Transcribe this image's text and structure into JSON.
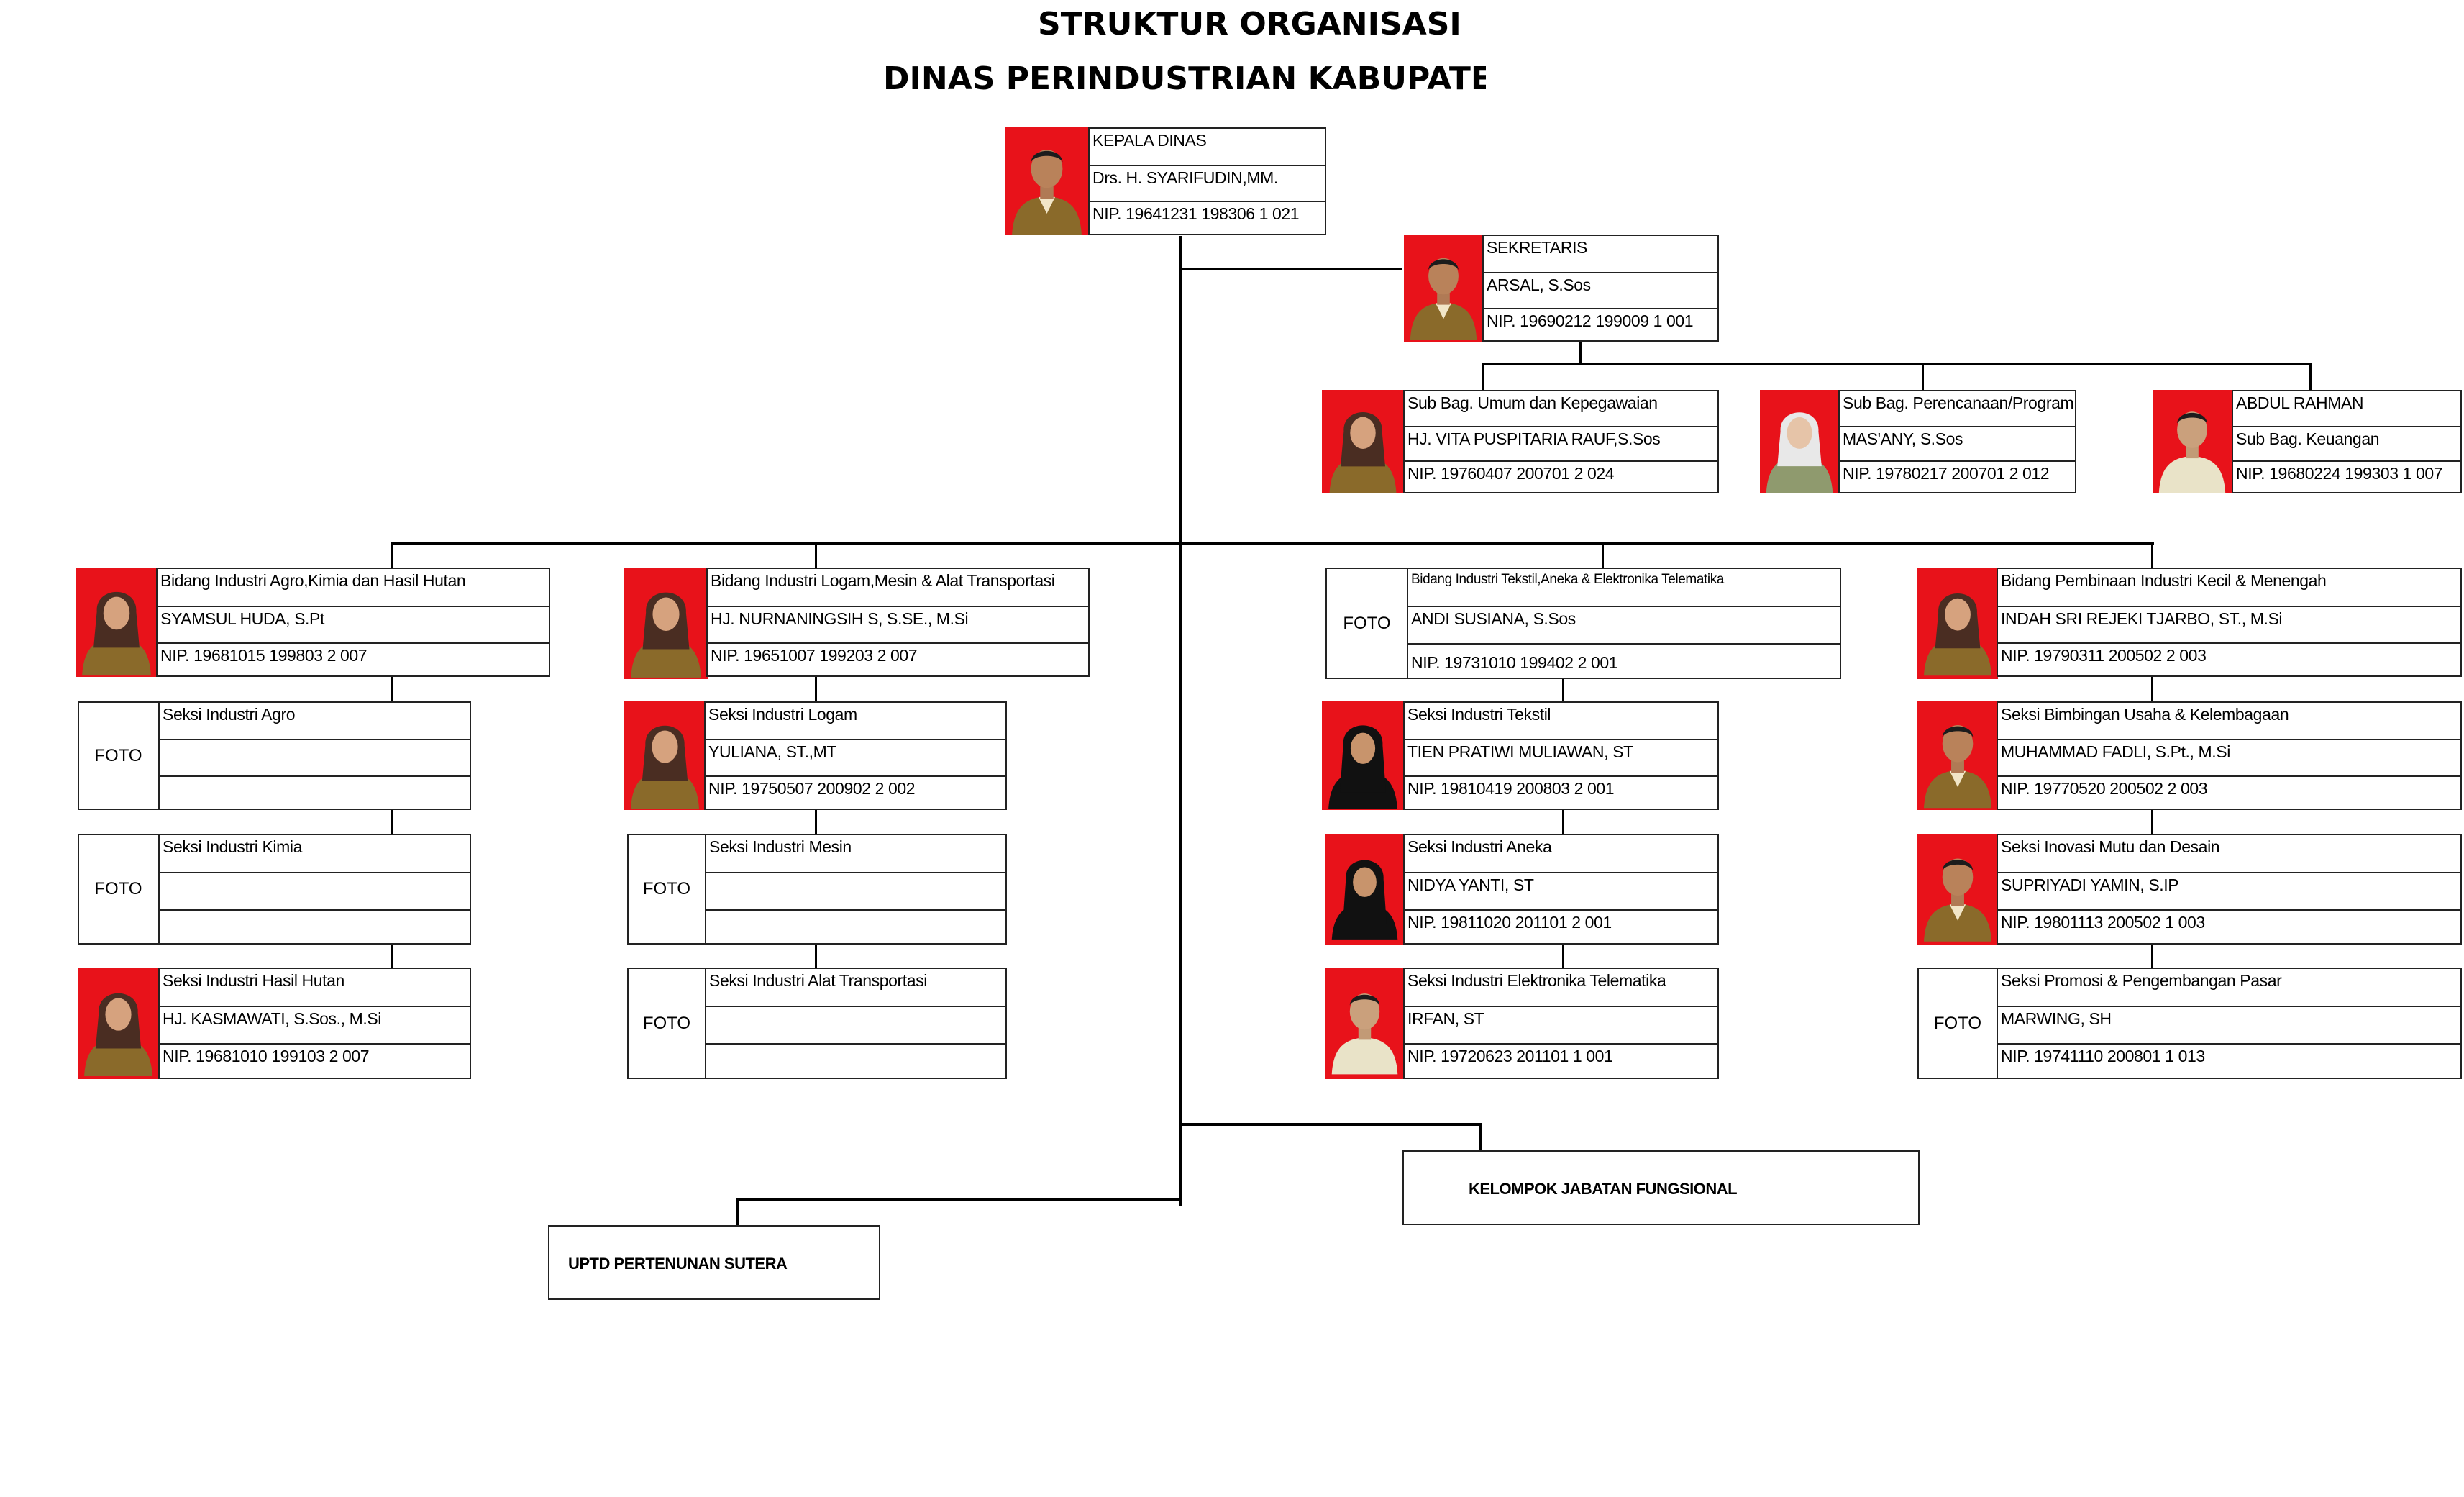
{
  "header": {
    "title_line1": "STRUKTUR ORGANISASI",
    "title_line2": "DINAS PERINDUSTRIAN KABUPATEN W"
  },
  "foto_label": "FOTO",
  "colors": {
    "photo_bg": "#e8121a",
    "lines": "#000000",
    "border": "#222222"
  },
  "cards": {
    "kepala": {
      "rows": [
        "KEPALA DINAS",
        "Drs. H. SYARIFUDIN,MM.",
        "NIP. 19641231 198306 1 021"
      ]
    },
    "sekretaris": {
      "rows": [
        "SEKRETARIS",
        "ARSAL, S.Sos",
        "NIP. 19690212 199009 1 001"
      ]
    },
    "subbag_umum": {
      "rows": [
        "Sub Bag. Umum dan Kepegawaian",
        "HJ. VITA PUSPITARIA RAUF,S.Sos",
        "NIP. 19760407 200701 2 024"
      ]
    },
    "subbag_perencanaan": {
      "rows": [
        "Sub Bag. Perencanaan/Program",
        "MAS'ANY, S.Sos",
        "NIP. 19780217 200701 2 012"
      ]
    },
    "subbag_keuangan": {
      "rows": [
        "ABDUL RAHMAN",
        "Sub Bag. Keuangan",
        "NIP. 19680224 199303 1 007"
      ]
    },
    "bidang_agro": {
      "rows": [
        "Bidang Industri Agro,Kimia dan Hasil Hutan",
        "SYAMSUL HUDA, S.Pt",
        "NIP. 19681015 199803 2 007"
      ]
    },
    "bidang_logam": {
      "rows": [
        "Bidang Industri Logam,Mesin & Alat Transportasi",
        "HJ. NURNANINGSIH S, S.SE., M.Si",
        "NIP. 19651007 199203 2 007"
      ]
    },
    "bidang_tekstil": {
      "rows": [
        "Bidang Industri Tekstil,Aneka & Elektronika Telematika",
        "ANDI SUSIANA, S.Sos",
        "NIP. 19731010 199402 2 001"
      ]
    },
    "bidang_pembinaan": {
      "rows": [
        "Bidang Pembinaan Industri Kecil & Menengah",
        "INDAH SRI REJEKI TJARBO, ST., M.Si",
        "NIP. 19790311 200502  2 003"
      ]
    },
    "seksi_agro": {
      "rows": [
        "Seksi Industri Agro",
        "",
        ""
      ]
    },
    "seksi_kimia": {
      "rows": [
        "Seksi Industri Kimia",
        "",
        ""
      ]
    },
    "seksi_hasil_hutan": {
      "rows": [
        "Seksi Industri Hasil Hutan",
        "HJ. KASMAWATI, S.Sos., M.Si",
        "NIP. 19681010 199103 2 007"
      ]
    },
    "seksi_logam": {
      "rows": [
        "Seksi Industri Logam",
        "YULIANA, ST.,MT",
        "NIP. 19750507 200902 2 002"
      ]
    },
    "seksi_mesin": {
      "rows": [
        "Seksi Industri Mesin",
        "",
        ""
      ]
    },
    "seksi_alat_transportasi": {
      "rows": [
        "Seksi Industri Alat Transportasi",
        "",
        ""
      ]
    },
    "seksi_tekstil": {
      "rows": [
        "Seksi Industri Tekstil",
        "TIEN PRATIWI MULIAWAN, ST",
        "NIP. 19810419 200803 2 001"
      ]
    },
    "seksi_aneka": {
      "rows": [
        "Seksi Industri Aneka",
        "NIDYA YANTI, ST",
        "NIP. 19811020 201101 2 001"
      ]
    },
    "seksi_elektronika": {
      "rows": [
        "Seksi Industri Elektronika Telematika",
        "IRFAN, ST",
        "NIP. 19720623 201101 1 001"
      ]
    },
    "seksi_bimbingan": {
      "rows": [
        "Seksi Bimbingan Usaha & Kelembagaan",
        "MUHAMMAD FADLI, S.Pt., M.Si",
        "NIP. 19770520 200502 2 003"
      ]
    },
    "seksi_inovasi": {
      "rows": [
        "Seksi Inovasi Mutu dan Desain",
        "SUPRIYADI YAMIN, S.IP",
        "NIP. 19801113 200502 1 003"
      ]
    },
    "seksi_promosi": {
      "rows": [
        "Seksi Promosi & Pengembangan Pasar",
        "MARWING, SH",
        "NIP. 19741110 200801 1 013"
      ]
    }
  },
  "kelompok_jabatan": "KELOMPOK JABATAN FUNGSIONAL",
  "uptd": "UPTD PERTENUNAN SUTERA"
}
